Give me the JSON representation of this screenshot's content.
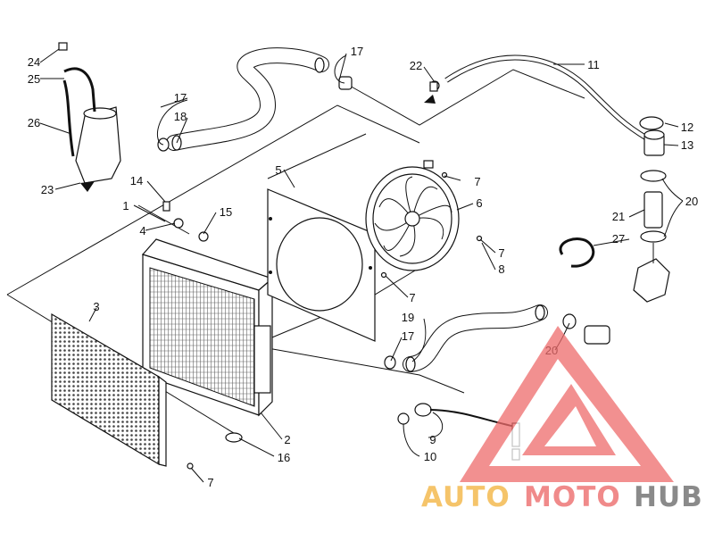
{
  "diagram": {
    "labels": [
      "1",
      "2",
      "3",
      "4",
      "5",
      "6",
      "7",
      "8",
      "9",
      "10",
      "11",
      "12",
      "13",
      "14",
      "15",
      "16",
      "17",
      "18",
      "19",
      "20",
      "21",
      "22",
      "23",
      "24",
      "25",
      "26",
      "27"
    ]
  },
  "watermark": {
    "part1": "AUTO",
    "part2": "MOTO",
    "part3": "HUB",
    "color1": "#f5c46a",
    "color2": "#f08a8a",
    "color3": "#8a8a8a",
    "logo_color": "#ee6b6b"
  }
}
